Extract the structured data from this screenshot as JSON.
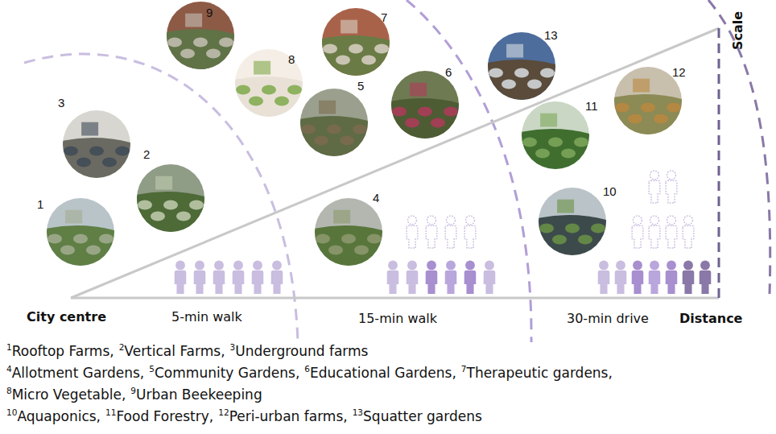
{
  "diagram": {
    "nodes": [
      {
        "text": [
          "1"
        ]
      },
      {
        "text": [
          "2"
        ]
      },
      {
        "text": [
          "3"
        ]
      },
      {
        "text": [
          "4"
        ]
      },
      {
        "text": [
          "5"
        ]
      },
      {
        "text": [
          "6"
        ]
      },
      {
        "text": [
          "7"
        ]
      },
      {
        "text": [
          "8"
        ]
      },
      {
        "text": [
          "9"
        ]
      },
      {
        "text": [
          "10"
        ]
      },
      {
        "text": [
          "11"
        ]
      },
      {
        "text": [
          "12"
        ]
      },
      {
        "text": [
          "13"
        ]
      }
    ],
    "labels": [
      "Scale",
      "City centre",
      "5-min walk",
      "15-min walk",
      "30-min drive",
      "Distance",
      "1",
      "Rooftop Farms,",
      "2",
      "Vertical Farms,",
      "3",
      "Underground farms",
      "4",
      "Allotment Gardens,",
      "5",
      "Community Gardens,",
      "6",
      "Educational Gardens,",
      "7",
      "Therapeutic gardens,",
      "8",
      "Micro Vegetable,",
      "9",
      "Urban Beekeeping",
      "10",
      "Aquaponics,",
      "11",
      "Food Forestry,",
      "12",
      "Peri-urban farms,",
      "13",
      "Squatter gardens"
    ]
  }
}
